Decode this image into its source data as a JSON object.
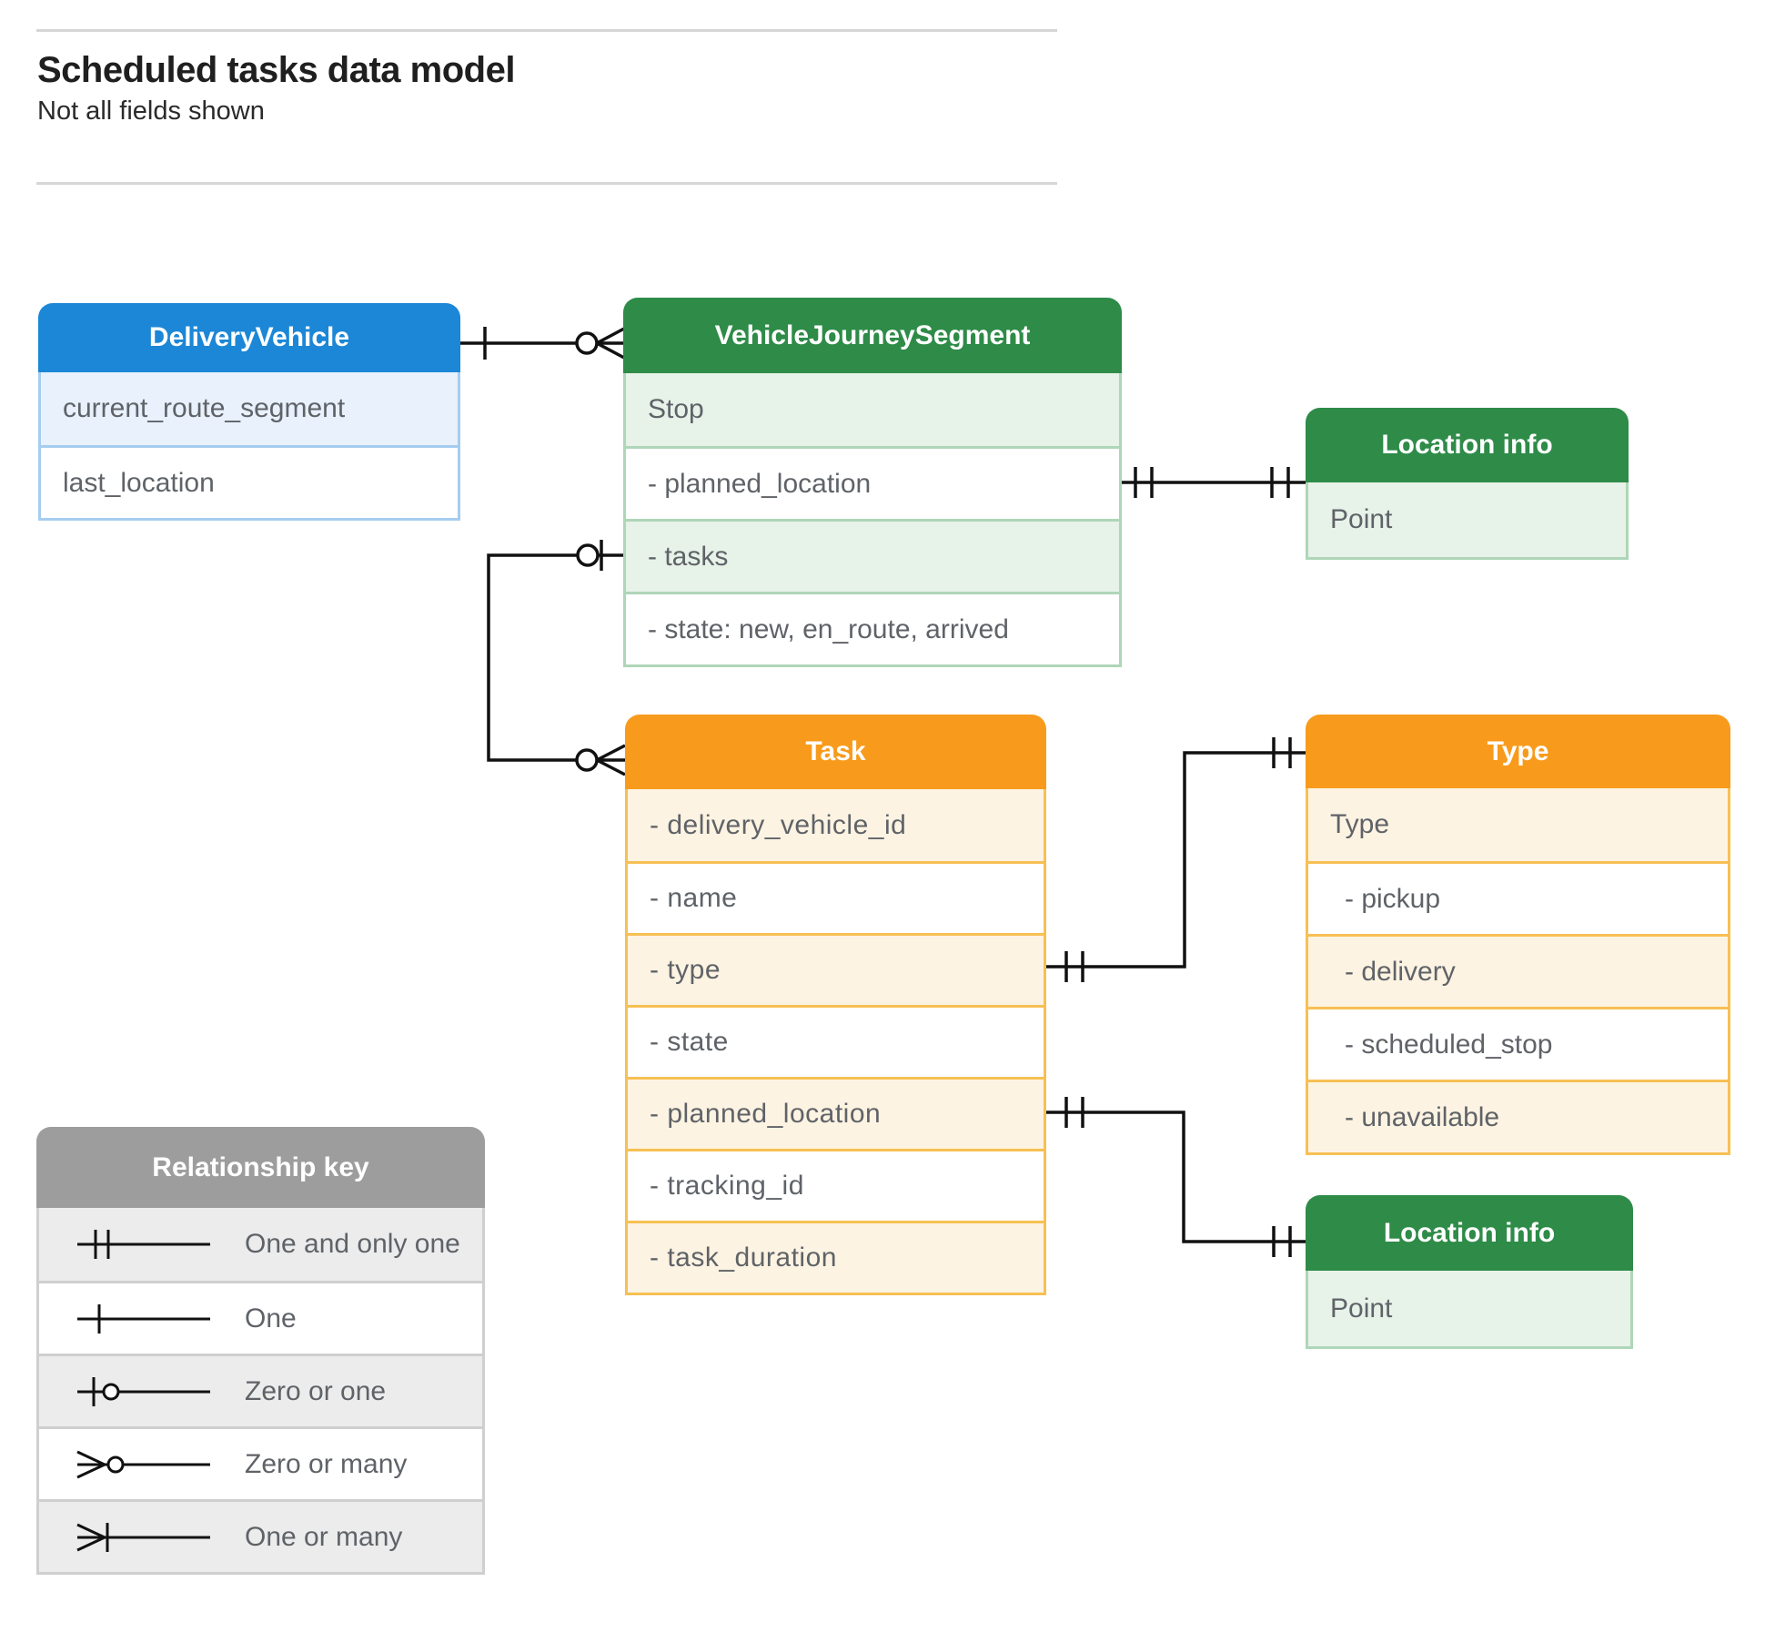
{
  "page": {
    "title": "Scheduled tasks data model",
    "subtitle": "Not all fields shown"
  },
  "colors": {
    "blue_header": "#1b87d6",
    "blue_tint": "#e8f1fc",
    "green_header": "#2e8b48",
    "green_tint": "#e7f2e9",
    "orange_header": "#f89b1c",
    "orange_tint": "#fdf3e2",
    "legend_header": "#9d9d9d",
    "legend_tint": "#ececec",
    "field_text": "#5f6368",
    "connector": "#111111"
  },
  "entities": {
    "delivery_vehicle": {
      "title": "DeliveryVehicle",
      "fields": [
        "current_route_segment",
        "last_location"
      ]
    },
    "vehicle_journey_segment": {
      "title": "VehicleJourneySegment",
      "fields": [
        "Stop",
        "- planned_location",
        "- tasks",
        "- state: new, en_route, arrived"
      ]
    },
    "location_info_top": {
      "title": "Location info",
      "fields": [
        "Point"
      ]
    },
    "task": {
      "title": "Task",
      "fields": [
        "- delivery_vehicle_id",
        "- name",
        "- type",
        "- state",
        "- planned_location",
        "- tracking_id",
        "- task_duration"
      ]
    },
    "type": {
      "title": "Type",
      "fields": [
        "Type",
        "- pickup",
        "- delivery",
        "- scheduled_stop",
        "- unavailable"
      ]
    },
    "location_info_bottom": {
      "title": "Location info",
      "fields": [
        "Point"
      ]
    }
  },
  "legend": {
    "title": "Relationship key",
    "items": [
      {
        "symbol": "one-and-only-one",
        "label": "One and only one"
      },
      {
        "symbol": "one",
        "label": "One"
      },
      {
        "symbol": "zero-or-one",
        "label": "Zero or one"
      },
      {
        "symbol": "zero-or-many",
        "label": "Zero or many"
      },
      {
        "symbol": "one-or-many",
        "label": "One or many"
      }
    ]
  }
}
